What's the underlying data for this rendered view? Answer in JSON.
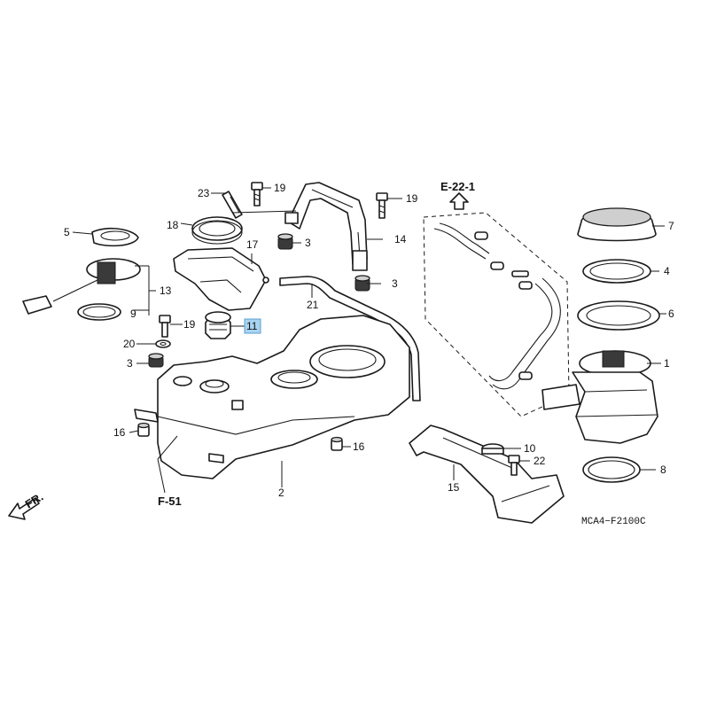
{
  "diagram": {
    "callouts": {
      "c1": "1",
      "c2": "2",
      "c3a": "3",
      "c3b": "3",
      "c3c": "3",
      "c4": "4",
      "c5": "5",
      "c6": "6",
      "c7": "7",
      "c8": "8",
      "c9": "9",
      "c10": "10",
      "c11": "11",
      "c13": "13",
      "c14": "14",
      "c15": "15",
      "c16a": "16",
      "c16b": "16",
      "c17": "17",
      "c18": "18",
      "c19a": "19",
      "c19b": "19",
      "c19c": "19",
      "c20": "20",
      "c21": "21",
      "c22": "22",
      "c23": "23"
    },
    "references": {
      "top": "E-22-1",
      "bottom": "F-51"
    },
    "front_label": "FR.",
    "code": "MCA4−F2100C",
    "highlight_color": "#a9d3f0"
  }
}
